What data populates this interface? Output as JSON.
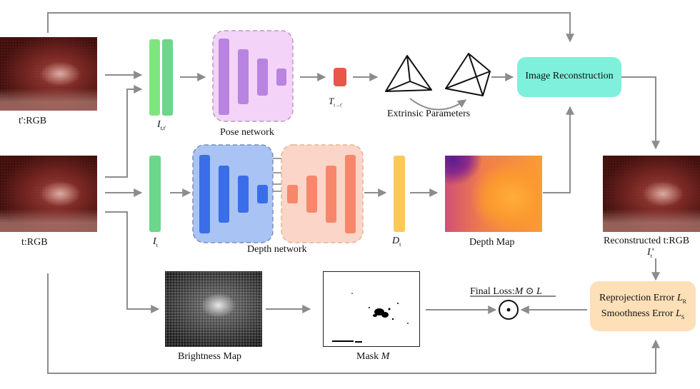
{
  "inputs": {
    "prev_frame_label": "t':RGB",
    "curr_frame_label": "t:RGB"
  },
  "features": {
    "pair_label_main": "I",
    "pair_label_sub": "t,t'",
    "single_label_main": "I",
    "single_label_sub": "t"
  },
  "pose": {
    "network_label": "Pose network",
    "transform_main": "T",
    "transform_sub": "t→t'",
    "extrinsics_label": "Extrinsic Parameters"
  },
  "depth": {
    "network_label": "Depth network",
    "output_main": "D",
    "output_sub": "t",
    "map_label": "Depth Map"
  },
  "reconstruction": {
    "box_label": "Image Reconstruction",
    "output_label": "Reconstructed t:RGB",
    "output_symbol": "I",
    "output_sub": "t",
    "output_prime": "'"
  },
  "masking": {
    "brightness_label": "Brightness Map",
    "mask_label_text": "Mask ",
    "mask_symbol": "M"
  },
  "loss": {
    "final_prefix": "Final Loss:",
    "final_m": "M",
    "final_op": " ⊙ ",
    "final_l": "L",
    "reprojection_text": "Reprojection Error ",
    "reprojection_sym": "L",
    "reprojection_sub": "R",
    "smoothness_text": "Smoothness Error ",
    "smoothness_sym": "L",
    "smoothness_sub": "S"
  },
  "colors": {
    "arrow": "#8c8c8c",
    "pose_bg": "#f3d3f7",
    "pose_block": "#b884e0",
    "encoder_bg": "#a9c3f4",
    "encoder_block": "#3a6ee8",
    "decoder_bg": "#fbd6c8",
    "decoder_block": "#f6876b",
    "feature_pair": "#7fe67f",
    "feature_single": "#6cd68b",
    "transform": "#e8574a",
    "depth_output": "#fbc95a",
    "reconstruction_box": "#7ef0dc",
    "loss_box": "#fde0b8"
  }
}
